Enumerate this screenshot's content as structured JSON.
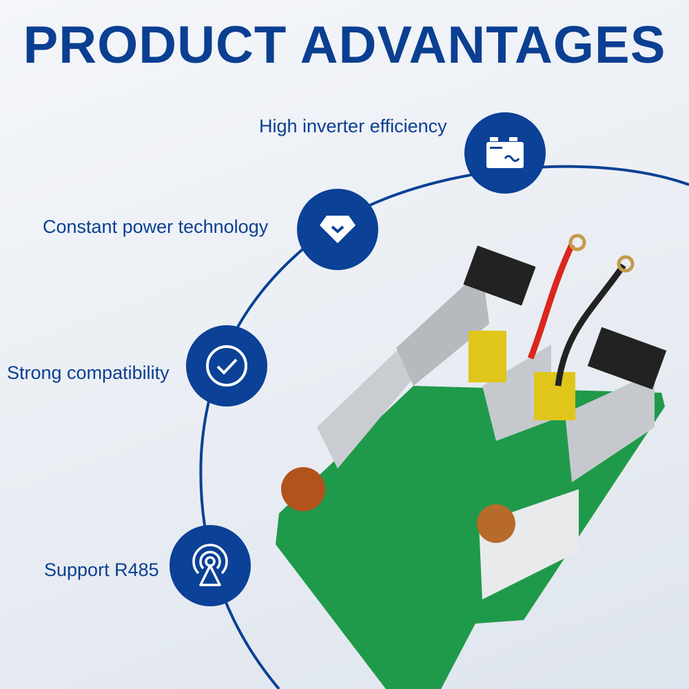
{
  "title": "PRODUCT ADVANTAGES",
  "features": [
    {
      "label": "High inverter efficiency",
      "icon": "battery-icon"
    },
    {
      "label": "Constant power technology",
      "icon": "diamond-icon"
    },
    {
      "label": "Strong compatibility",
      "icon": "check-circle-icon"
    },
    {
      "label": "Support R485",
      "icon": "signal-tower-icon"
    }
  ],
  "colors": {
    "accent": "#0b4196",
    "text": "#0b3f92"
  }
}
